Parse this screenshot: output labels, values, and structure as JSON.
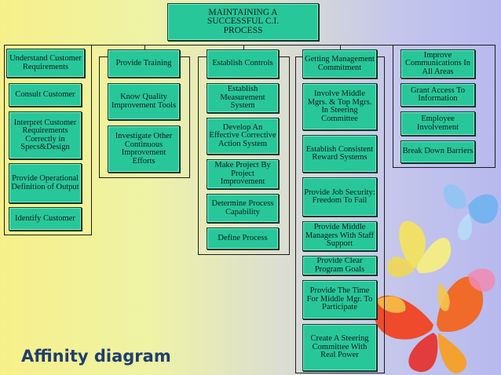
{
  "title": "MAINTAINING A SUCCESSFUL C.I. PROCESS",
  "footer": "Affinity diagram",
  "colors": {
    "box": "#27c79a",
    "footer": "#1f3f6e"
  },
  "columns": [
    {
      "header": "Understand Customer Requirements",
      "items": [
        "Consult Customer",
        "Interpret Customer Requirements Correctly in Specs&Design",
        "Provide Operational Definition of Output",
        "Identify Customer"
      ]
    },
    {
      "header": "Provide Training",
      "items": [
        "Know Quality Improvement Tools",
        "Investigate Other Continuous Improvement Efforts"
      ]
    },
    {
      "header": "Establish Controls",
      "items": [
        "Establish Measurement System",
        "Develop An Effective Corrective Action System",
        "Make Project By Project Improvement",
        "Determine Process Capability",
        "Define Process"
      ]
    },
    {
      "header": "Getting Management Commitment",
      "items": [
        "Involve Middle Mgrs. & Top Mgrs. In Steering Committee",
        "Establish Consistent Reward Systems",
        "Provide Job Security: Freedom To Fail",
        "Provide Middle Managers With Staff Support",
        "Provide Clear Program Goals",
        "Provide The Time For Middle Mgr. To Participate",
        "Create A Steering Committee With Real Power"
      ]
    },
    {
      "header": "Improve Communications In All Areas",
      "items": [
        "Grant Access To Information",
        "Employee Involvement",
        "Break Down Barriers"
      ]
    }
  ]
}
